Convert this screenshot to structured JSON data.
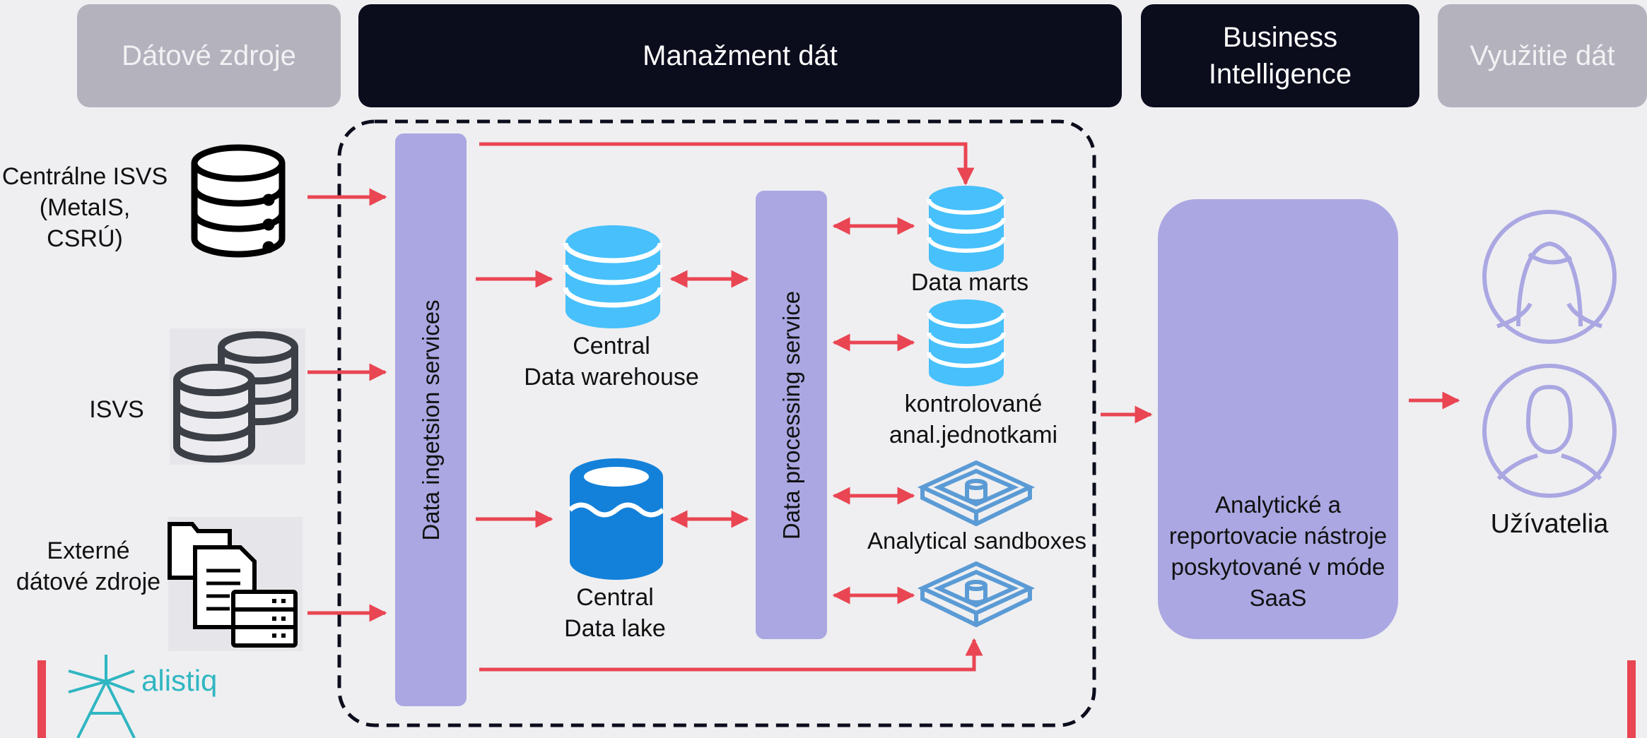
{
  "headers": {
    "sources": "Dátové zdroje",
    "management": "Manažment dát",
    "bi": "Business\nIntelligence",
    "usage": "Využitie dát"
  },
  "sources": {
    "central": "Centrálne ISVS\n(MetaIS, CSRÚ)",
    "isvs": "ISVS",
    "external": "Externé\ndátové zdroje"
  },
  "services": {
    "ingestion": "Data ingetsion services",
    "processing": "Data processing service"
  },
  "stores": {
    "warehouse": "Central\nData warehouse",
    "lake": "Central\nData lake",
    "marts": "Data marts",
    "controlled": "kontrolované\nanal.jednotkami",
    "sandboxes": "Analytical sandboxes"
  },
  "bi_tools": "Analytické a\nreportovacie nástroje\nposkytované v móde\nSaaS",
  "users": "Užívatelia",
  "logo": "alistiq",
  "colors": {
    "accent_red": "#e94552",
    "lavender": "#aaa7e2",
    "db_blue": "#47c0fb",
    "lake_blue": "#1381d9",
    "sandbox_blue": "#5b9bd5",
    "header_dark": "#0b0c1c",
    "header_gray": "#b3b2bd",
    "logo_teal": "#30b6c2"
  },
  "icons": {
    "central_source": "database-icon",
    "isvs_source": "stacked-databases-icon",
    "external_source": "documents-server-icon",
    "warehouse": "database-icon",
    "lake": "data-lake-icon",
    "sandbox": "sandbox-icon",
    "bi": "analytics-dashboard-icon",
    "user": "user-icon"
  }
}
